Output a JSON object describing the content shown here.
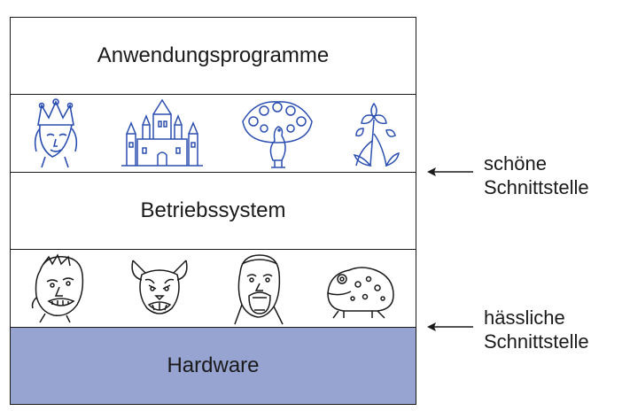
{
  "layers": {
    "applications": "Anwendungsprogramme",
    "os": "Betriebssystem",
    "hardware": "Hardware"
  },
  "annotations": {
    "nice_line1": "schöne",
    "nice_line2": "Schnittstelle",
    "ugly_line1": "hässliche",
    "ugly_line2": "Schnittstelle"
  },
  "icons": {
    "nice": [
      "queen-portrait-icon",
      "castle-icon",
      "peacock-icon",
      "flower-icon"
    ],
    "ugly": [
      "grimacing-man-icon",
      "snarling-dog-icon",
      "screaming-man-icon",
      "toad-icon"
    ]
  },
  "colors": {
    "hardware_fill": "#97a4d1",
    "nice_drawings": "#2b4fb0",
    "ugly_drawings": "#1a1a1a"
  }
}
